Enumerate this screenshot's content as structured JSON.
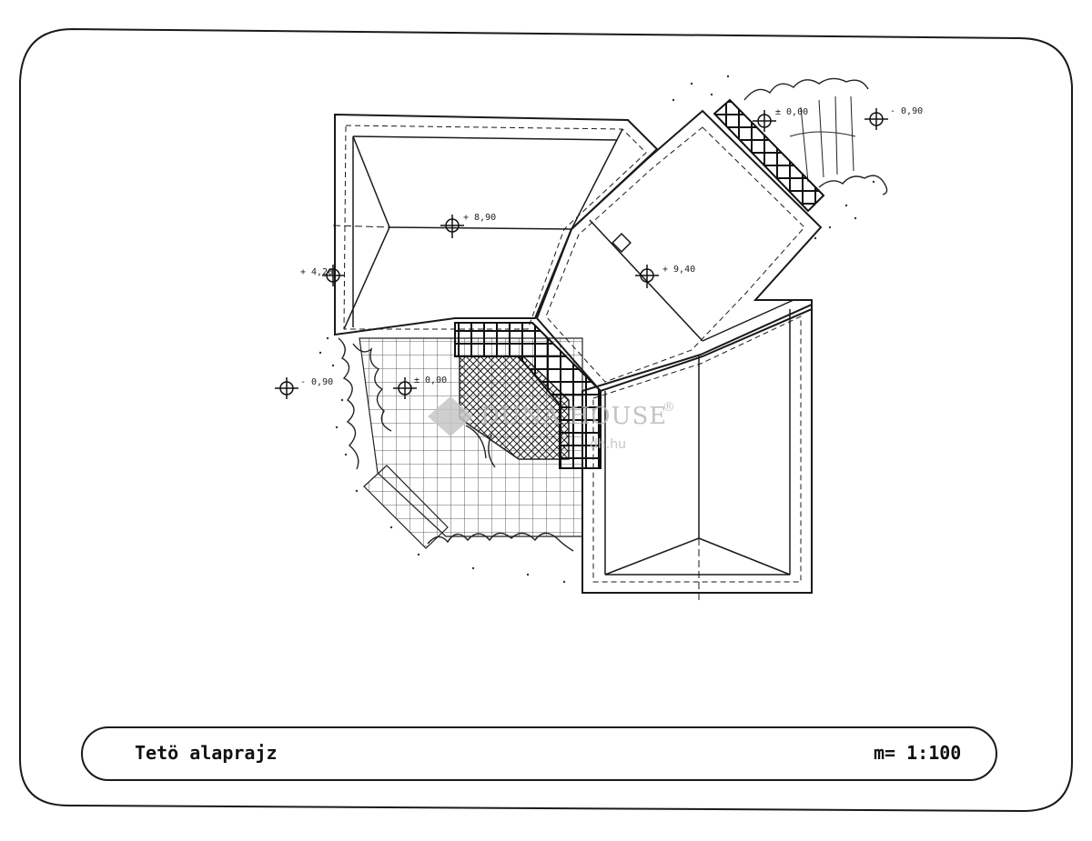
{
  "drawing": {
    "title": "Tetö alaprajz",
    "scale": "m= 1:100"
  },
  "elevations": {
    "ridge_left": "+ 8,90",
    "ridge_right": "+ 9,40",
    "eave": "+ 4,20",
    "ground_left": "- 0,90",
    "terrace_left": "± 0,00",
    "terrace_top": "± 0,00",
    "ground_top_right": "- 0,90"
  },
  "watermark": {
    "brand": "DUNA HOUSE",
    "reg_mark": "®",
    "site": "dh.hu"
  },
  "colors": {
    "line": "#1a1a1a",
    "watermark": "#b9b9b9",
    "paper": "#ffffff"
  }
}
